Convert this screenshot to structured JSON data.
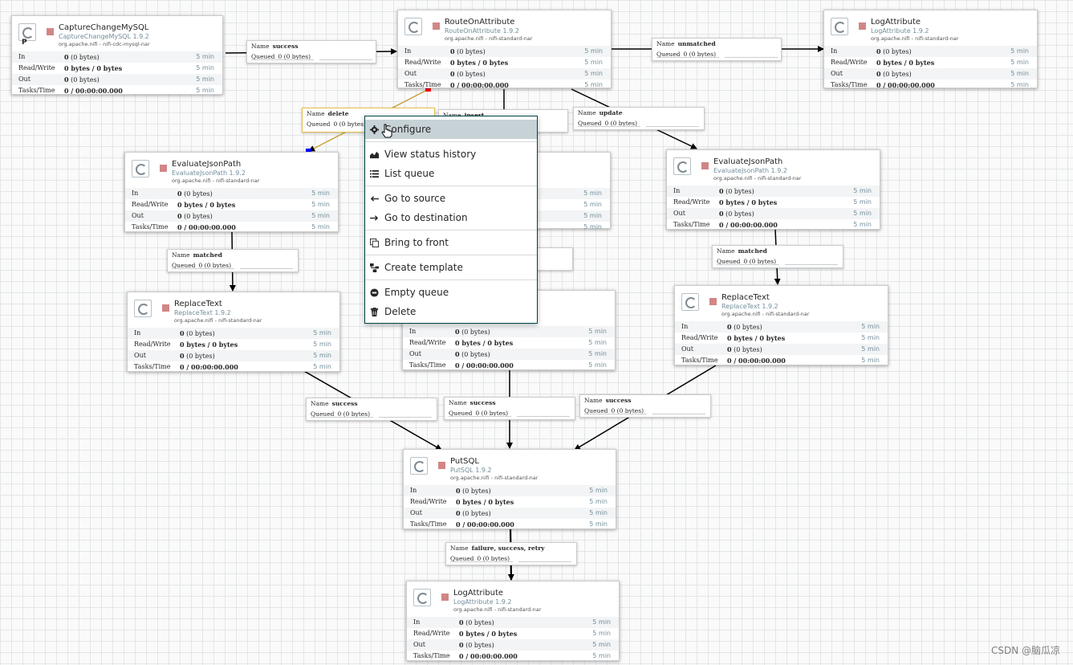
{
  "processors": {
    "capture": {
      "name": "CaptureChangeMySQL",
      "type": "CaptureChangeMySQL 1.9.2",
      "bundle": "org.apache.nifi - nifi-cdc-mysql-nar",
      "flag": "P",
      "stats": {
        "in": "0",
        "in_detail": "(0 bytes)",
        "rw": "0 bytes / 0 bytes",
        "out": "0",
        "out_detail": "(0 bytes)",
        "tasks": "0 / 00:00:00.000",
        "window": "5 min"
      }
    },
    "route": {
      "name": "RouteOnAttribute",
      "type": "RouteOnAttribute 1.9.2",
      "bundle": "org.apache.nifi - nifi-standard-nar",
      "stats": {
        "in": "0",
        "in_detail": "(0 bytes)",
        "rw": "0 bytes / 0 bytes",
        "out": "0",
        "out_detail": "(0 bytes)",
        "tasks": "0 / 00:00:00.000",
        "window": "5 min"
      }
    },
    "log1": {
      "name": "LogAttribute",
      "type": "LogAttribute 1.9.2",
      "bundle": "org.apache.nifi - nifi-standard-nar",
      "stats": {
        "in": "0",
        "in_detail": "(0 bytes)",
        "rw": "0 bytes / 0 bytes",
        "out": "0",
        "out_detail": "(0 bytes)",
        "tasks": "0 / 00:00:00.000",
        "window": "5 min"
      }
    },
    "evalL": {
      "name": "EvaluateJsonPath",
      "type": "EvaluateJsonPath 1.9.2",
      "bundle": "org.apache.nifi - nifi-standard-nar",
      "stats": {
        "in": "0",
        "in_detail": "(0 bytes)",
        "rw": "0 bytes / 0 bytes",
        "out": "0",
        "out_detail": "(0 bytes)",
        "tasks": "0 / 00:00:00.000",
        "window": "5 min"
      }
    },
    "evalM": {
      "name": "",
      "type": "",
      "bundle": "",
      "stats": {
        "in": "",
        "in_detail": "",
        "rw": "",
        "out": "",
        "out_detail": "",
        "tasks": "",
        "window": "5 min"
      }
    },
    "evalR": {
      "name": "EvaluateJsonPath",
      "type": "EvaluateJsonPath 1.9.2",
      "bundle": "org.apache.nifi - nifi-standard-nar",
      "stats": {
        "in": "0",
        "in_detail": "(0 bytes)",
        "rw": "0 bytes / 0 bytes",
        "out": "0",
        "out_detail": "(0 bytes)",
        "tasks": "0 / 00:00:00.000",
        "window": "5 min"
      }
    },
    "replL": {
      "name": "ReplaceText",
      "type": "ReplaceText 1.9.2",
      "bundle": "org.apache.nifi - nifi-standard-nar",
      "stats": {
        "in": "0",
        "in_detail": "(0 bytes)",
        "rw": "0 bytes / 0 bytes",
        "out": "0",
        "out_detail": "(0 bytes)",
        "tasks": "0 / 00:00:00.000",
        "window": "5 min"
      }
    },
    "replM": {
      "name": "",
      "type": "",
      "bundle": "",
      "stats": {
        "in": "0",
        "in_detail": "(0 bytes)",
        "rw": "0 bytes / 0 bytes",
        "out": "0",
        "out_detail": "(0 bytes)",
        "tasks": "0 / 00:00:00.000",
        "window": "5 min"
      }
    },
    "replR": {
      "name": "ReplaceText",
      "type": "ReplaceText 1.9.2",
      "bundle": "org.apache.nifi - nifi-standard-nar",
      "stats": {
        "in": "0",
        "in_detail": "(0 bytes)",
        "rw": "0 bytes / 0 bytes",
        "out": "0",
        "out_detail": "(0 bytes)",
        "tasks": "0 / 00:00:00.000",
        "window": "5 min"
      }
    },
    "putsql": {
      "name": "PutSQL",
      "type": "PutSQL 1.9.2",
      "bundle": "org.apache.nifi - nifi-standard-nar",
      "stats": {
        "in": "0",
        "in_detail": "(0 bytes)",
        "rw": "0 bytes / 0 bytes",
        "out": "0",
        "out_detail": "(0 bytes)",
        "tasks": "0 / 00:00:00.000",
        "window": "5 min"
      }
    },
    "log2": {
      "name": "LogAttribute",
      "type": "LogAttribute 1.9.2",
      "bundle": "org.apache.nifi - nifi-standard-nar",
      "stats": {
        "in": "0",
        "in_detail": "(0 bytes)",
        "rw": "0 bytes / 0 bytes",
        "out": "0",
        "out_detail": "(0 bytes)",
        "tasks": "0 / 00:00:00.000",
        "window": "5 min"
      }
    }
  },
  "stat_labels": {
    "in": "In",
    "rw": "Read/Write",
    "out": "Out",
    "tasks": "Tasks/Time"
  },
  "conn_labels": {
    "name": "Name",
    "queued": "Queued"
  },
  "connections": {
    "c1": {
      "name": "success",
      "queued": "0",
      "queued_detail": "(0 bytes)"
    },
    "c2": {
      "name": "unmatched",
      "queued": "0",
      "queued_detail": "(0 bytes)"
    },
    "c3": {
      "name": "delete",
      "queued": "0",
      "queued_detail": "(0 bytes)"
    },
    "c4": {
      "name": "insert",
      "queued": "",
      "queued_detail": ""
    },
    "c5": {
      "name": "update",
      "queued": "0",
      "queued_detail": "(0 bytes)"
    },
    "c6": {
      "name": "matched",
      "queued": "0",
      "queued_detail": "(0 bytes)"
    },
    "c7": {
      "name": "matched",
      "queued": "0",
      "queued_detail": "(0 bytes)"
    },
    "c8": {
      "name": "success",
      "queued": "0",
      "queued_detail": "(0 bytes)"
    },
    "c9": {
      "name": "success",
      "queued": "0",
      "queued_detail": "(0 bytes)"
    },
    "c10": {
      "name": "success",
      "queued": "0",
      "queued_detail": "(0 bytes)"
    },
    "c11": {
      "name": "failure, success, retry",
      "queued": "0",
      "queued_detail": "(0 bytes)"
    }
  },
  "context_menu": {
    "configure": "Configure",
    "status_history": "View status history",
    "list_queue": "List queue",
    "go_source": "Go to source",
    "go_destination": "Go to destination",
    "bring_front": "Bring to front",
    "create_template": "Create template",
    "empty_queue": "Empty queue",
    "delete": "Delete"
  },
  "colors": {
    "accent": "#004849",
    "stopped": "#d18686",
    "selected_border": "#e6c24d",
    "source_handle": "#ff0000",
    "dest_handle": "#0000ff"
  },
  "watermark": "CSDN @脑瓜凉"
}
